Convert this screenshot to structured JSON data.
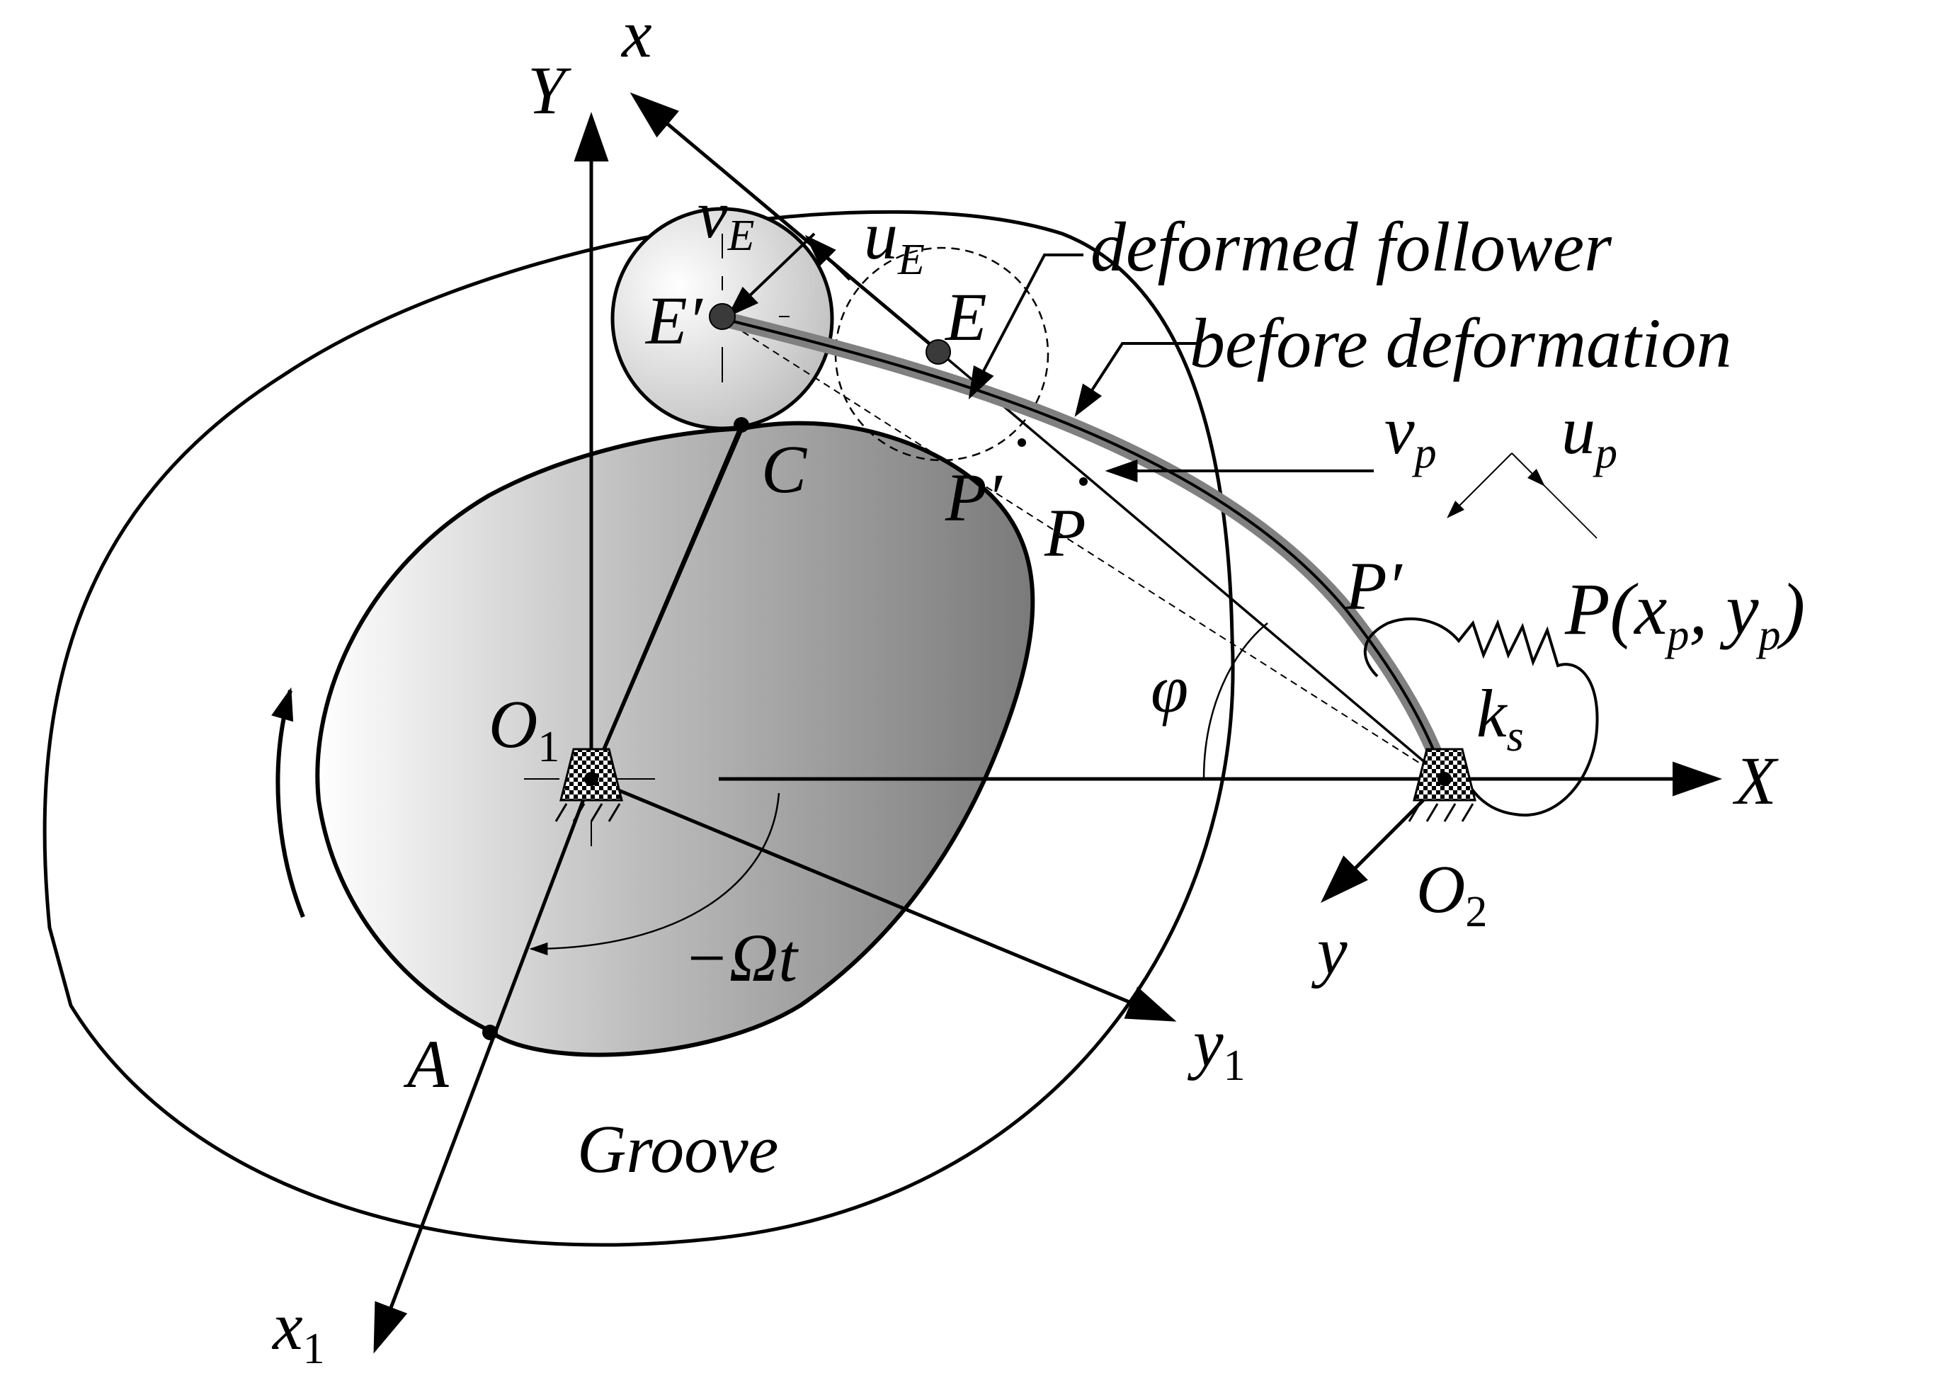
{
  "labels": {
    "x": "x",
    "Y": "Y",
    "X": "X",
    "y": "y",
    "x1_base": "x",
    "x1_sub": "1",
    "y1_base": "y",
    "y1_sub": "1",
    "O1_base": "O",
    "O1_sub": "1",
    "O2_base": "O",
    "O2_sub": "2",
    "A": "A",
    "C": "C",
    "E": "E",
    "E_prime": "E′",
    "P": "P",
    "P_prime_a": "P′",
    "P_prime_b": "P′",
    "vE_base": "v",
    "vE_sub": "E",
    "uE_base": "u",
    "uE_sub": "E",
    "vp_base": "v",
    "vp_sub": "p",
    "up_base": "u",
    "up_sub": "p",
    "ks_base": "k",
    "ks_sub": "s",
    "phi": "φ",
    "omega_t": "−Ωt",
    "groove": "Groove",
    "deformed_follower": "deformed  follower",
    "before_deformation": "before  deformation",
    "P_coords": "P(x",
    "P_coords_sub1": "p",
    "P_coords_mid": ", y",
    "P_coords_sub2": "p",
    "P_coords_end": ")"
  },
  "colors": {
    "ink": "#000000",
    "cam_dark": "#7a7a7a",
    "cam_light": "#ffffff",
    "follower_gray": "#808080",
    "roller_fill": "#c8c8c8"
  }
}
